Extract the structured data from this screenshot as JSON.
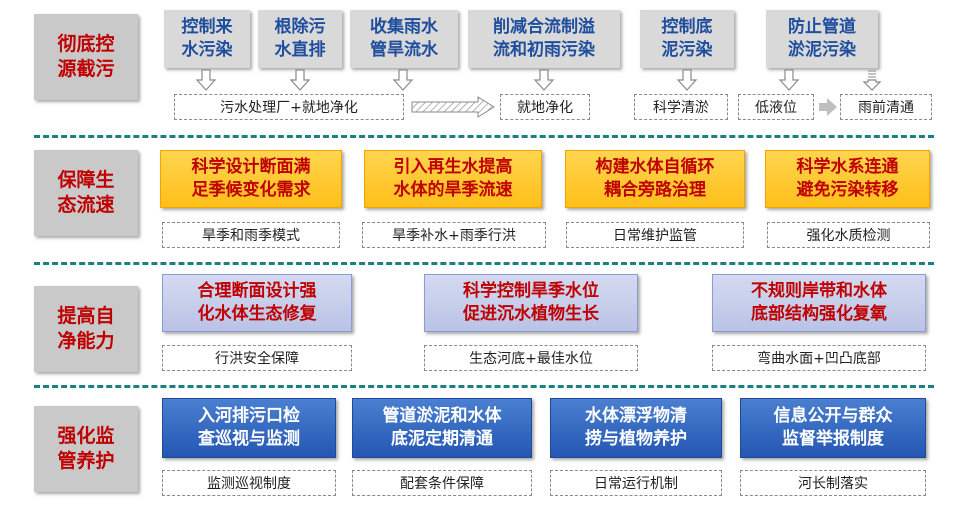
{
  "rows": [
    {
      "category": "彻底控\n源截污",
      "boxes": [
        "控制来\n水污染",
        "根除污\n水直排",
        "收集雨水\n管旱流水",
        "削减合流制溢\n流和初雨污染",
        "控制底\n泥污染",
        "防止管道\n淤泥污染"
      ],
      "notes": [
        "污水处理厂+就地净化",
        "就地净化",
        "科学清淤",
        "低液位",
        "雨前清通"
      ]
    },
    {
      "category": "保障生\n态流速",
      "boxes": [
        "科学设计断面满\n足季候变化需求",
        "引入再生水提高\n水体的旱季流速",
        "构建水体自循环\n耦合旁路治理",
        "科学水系连通\n避免污染转移"
      ],
      "notes": [
        "旱季和雨季模式",
        "旱季补水+雨季行洪",
        "日常维护监管",
        "强化水质检测"
      ]
    },
    {
      "category": "提高自\n净能力",
      "boxes": [
        "合理断面设计强\n化水体生态修复",
        "科学控制旱季水位\n促进沉水植物生长",
        "不规则岸带和水体\n底部结构强化复氧"
      ],
      "notes": [
        "行洪安全保障",
        "生态河底+最佳水位",
        "弯曲水面+凹凸底部"
      ]
    },
    {
      "category": "强化监\n管养护",
      "boxes": [
        "入河排污口检\n查巡视与监测",
        "管道淤泥和水体\n底泥定期清通",
        "水体漂浮物清\n捞与植物养护",
        "信息公开与群众\n监督举报制度"
      ],
      "notes": [
        "监测巡视制度",
        "配套条件保障",
        "日常运行机制",
        "河长制落实"
      ]
    }
  ],
  "colors": {
    "category_text": "#c00000",
    "separator": "#1a8080",
    "blue_box": "#2f64be",
    "orange_box": "#ffc000"
  }
}
